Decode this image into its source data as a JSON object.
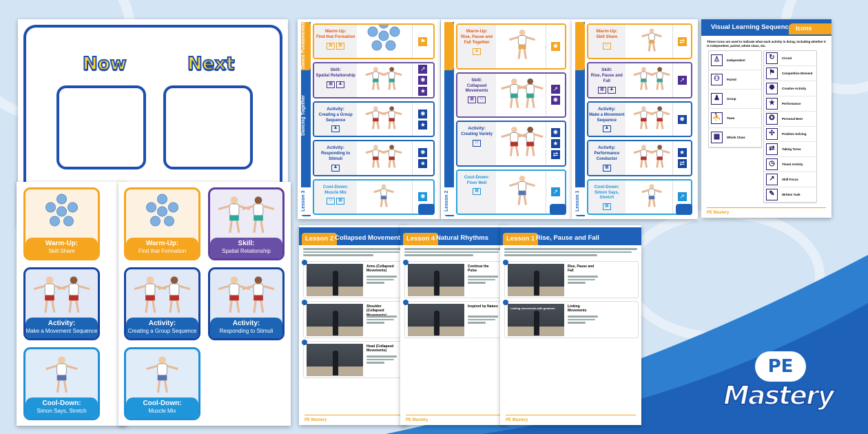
{
  "colors": {
    "background": "#d3e4f4",
    "brand_blue": "#1d62b8",
    "warm_up": "#f5a51e",
    "skill": "#6a4fa7",
    "activity": "#1c64b6",
    "cool_down": "#1f95da"
  },
  "board": {
    "now": "Now",
    "next": "Next"
  },
  "cards_sheet_1": [
    {
      "type": "warmup",
      "stage": "Warm-Up:",
      "title": "Skill Share"
    },
    {
      "type": "activity",
      "stage": "Activity:",
      "title": "Make a Movement Sequence"
    },
    {
      "type": "cooldown",
      "stage": "Cool-Down:",
      "title": "Simon Says, Stretch"
    }
  ],
  "cards_sheet_2": [
    {
      "type": "warmup",
      "stage": "Warm-Up:",
      "title": "Find that Formation"
    },
    {
      "type": "skill",
      "stage": "Skill:",
      "title": "Spatial Relationship"
    },
    {
      "type": "activity",
      "stage": "Activity:",
      "title": "Creating a Group Sequence"
    },
    {
      "type": "activity",
      "stage": "Activity:",
      "title": "Responding to Stimuli"
    },
    {
      "type": "cooldown",
      "stage": "Cool-Down:",
      "title": "Muscle Mix"
    }
  ],
  "lesson_pages": [
    {
      "tab_top": "Dance Fundamentals",
      "tab_mid": "Dancing Together",
      "lesson": "Lesson 3",
      "rows": [
        {
          "type": "warmup",
          "stage": "Warm-Up:",
          "title": "Find that Formation",
          "grouping": [
            "whole-class",
            "whole-class"
          ],
          "icons": [
            "competitive-element"
          ]
        },
        {
          "type": "skill",
          "stage": "Skill:",
          "title": "Spatial Relationship",
          "grouping": [
            "whole-class",
            "group"
          ],
          "icons": [
            "skill-focus",
            "creative-activity",
            "performance"
          ]
        },
        {
          "type": "activity",
          "stage": "Activity:",
          "title": "Creating a Group Sequence",
          "grouping": [
            "group"
          ],
          "icons": [
            "creative-activity",
            "performance"
          ]
        },
        {
          "type": "activity",
          "stage": "Activity:",
          "title": "Responding to Stimuli",
          "grouping": [
            "group"
          ],
          "icons": [
            "creative-activity",
            "performance"
          ]
        },
        {
          "type": "cooldown",
          "stage": "Cool-Down:",
          "title": "Muscle Mix",
          "grouping": [
            "paired",
            "whole-class"
          ],
          "icons": [
            "creative-activity"
          ]
        }
      ]
    },
    {
      "tab_top": "",
      "tab_mid": "",
      "lesson": "Lesson 2",
      "rows": [
        {
          "type": "warmup",
          "stage": "Warm-Up:",
          "title": "Rise, Pause and Fall Together",
          "grouping": [
            "group"
          ],
          "icons": [
            "creative-activity"
          ]
        },
        {
          "type": "skill",
          "stage": "Skill:",
          "title": "Collapsed Movements",
          "grouping": [
            "whole-class",
            "paired"
          ],
          "icons": [
            "skill-focus",
            "creative-activity"
          ]
        },
        {
          "type": "activity",
          "stage": "Activity:",
          "title": "Creating Variety",
          "grouping": [
            "paired"
          ],
          "icons": [
            "creative-activity",
            "performance",
            "taking-turns"
          ]
        },
        {
          "type": "cooldown",
          "stage": "Cool-Down:",
          "title": "Floor Melt",
          "grouping": [
            "whole-class"
          ],
          "icons": [
            "skill-focus"
          ]
        }
      ]
    },
    {
      "tab_top": "",
      "tab_mid": "",
      "lesson": "Lesson 1",
      "rows": [
        {
          "type": "warmup",
          "stage": "Warm-Up:",
          "title": "Skill Share",
          "grouping": [
            "paired"
          ],
          "icons": [
            "taking-turns"
          ]
        },
        {
          "type": "skill",
          "stage": "Skill:",
          "title": "Rise, Pause and Fall",
          "grouping": [
            "whole-class",
            "group"
          ],
          "icons": [
            "skill-focus"
          ]
        },
        {
          "type": "activity",
          "stage": "Activity:",
          "title": "Make a Movement Sequence",
          "grouping": [
            "group"
          ],
          "icons": [
            "creative-activity"
          ]
        },
        {
          "type": "activity",
          "stage": "Activity:",
          "title": "Performance Conductor",
          "grouping": [
            "whole-class"
          ],
          "icons": [
            "performance",
            "taking-turns"
          ]
        },
        {
          "type": "cooldown",
          "stage": "Cool-Down:",
          "title": "Simon Says, Stretch",
          "grouping": [
            "whole-class"
          ],
          "icons": [
            "skill-focus"
          ]
        }
      ]
    }
  ],
  "icons_page": {
    "title": "Visual Learning Sequence",
    "tab": "Icons",
    "intro": "These icons are used to indicate what each activity is doing, including whether it is independent, paired, whole class, etc.",
    "grouping": [
      {
        "icon": "independent",
        "label": "Independent"
      },
      {
        "icon": "paired",
        "label": "Paired"
      },
      {
        "icon": "group",
        "label": "Group"
      },
      {
        "icon": "team",
        "label": "Team"
      },
      {
        "icon": "whole-class",
        "label": "Whole Class"
      }
    ],
    "activity_types": [
      {
        "icon": "circuit",
        "label": "Circuit"
      },
      {
        "icon": "competitive-element",
        "label": "Competitive Element"
      },
      {
        "icon": "creative-activity",
        "label": "Creative Activity"
      },
      {
        "icon": "performance",
        "label": "Performance"
      },
      {
        "icon": "personal-best",
        "label": "Personal Best"
      },
      {
        "icon": "problem-solving",
        "label": "Problem Solving"
      },
      {
        "icon": "taking-turns",
        "label": "Taking Turns"
      },
      {
        "icon": "timed-activity",
        "label": "Timed Activity"
      },
      {
        "icon": "skill-focus",
        "label": "Skill Focus"
      },
      {
        "icon": "written-task",
        "label": "Written Task"
      }
    ]
  },
  "video_sheets": [
    {
      "lesson": "Lesson 2",
      "title": "Collapsed Movements",
      "videos": [
        {
          "title": "Arms (Collapsed Movements)",
          "caption": ""
        },
        {
          "title": "Shoulder (Collapsed Movements)",
          "caption": ""
        },
        {
          "title": "Head (Collapsed Movements)",
          "caption": ""
        }
      ]
    },
    {
      "lesson": "Lesson 4",
      "title": "Natural Rhythms",
      "videos": [
        {
          "title": "Continue the Pulse",
          "caption": ""
        },
        {
          "title": "Inspired by Nature",
          "caption": ""
        }
      ]
    },
    {
      "lesson": "Lesson 1",
      "title": "Rise, Pause and Fall",
      "videos": [
        {
          "title": "Rise, Pause and Fall",
          "caption": ""
        },
        {
          "title": "Linking Movements",
          "caption": "Linking movements with gestures"
        }
      ]
    }
  ],
  "footer_logo": "PE Mastery",
  "brand_logo": {
    "top": "PE",
    "bottom": "Mastery"
  }
}
